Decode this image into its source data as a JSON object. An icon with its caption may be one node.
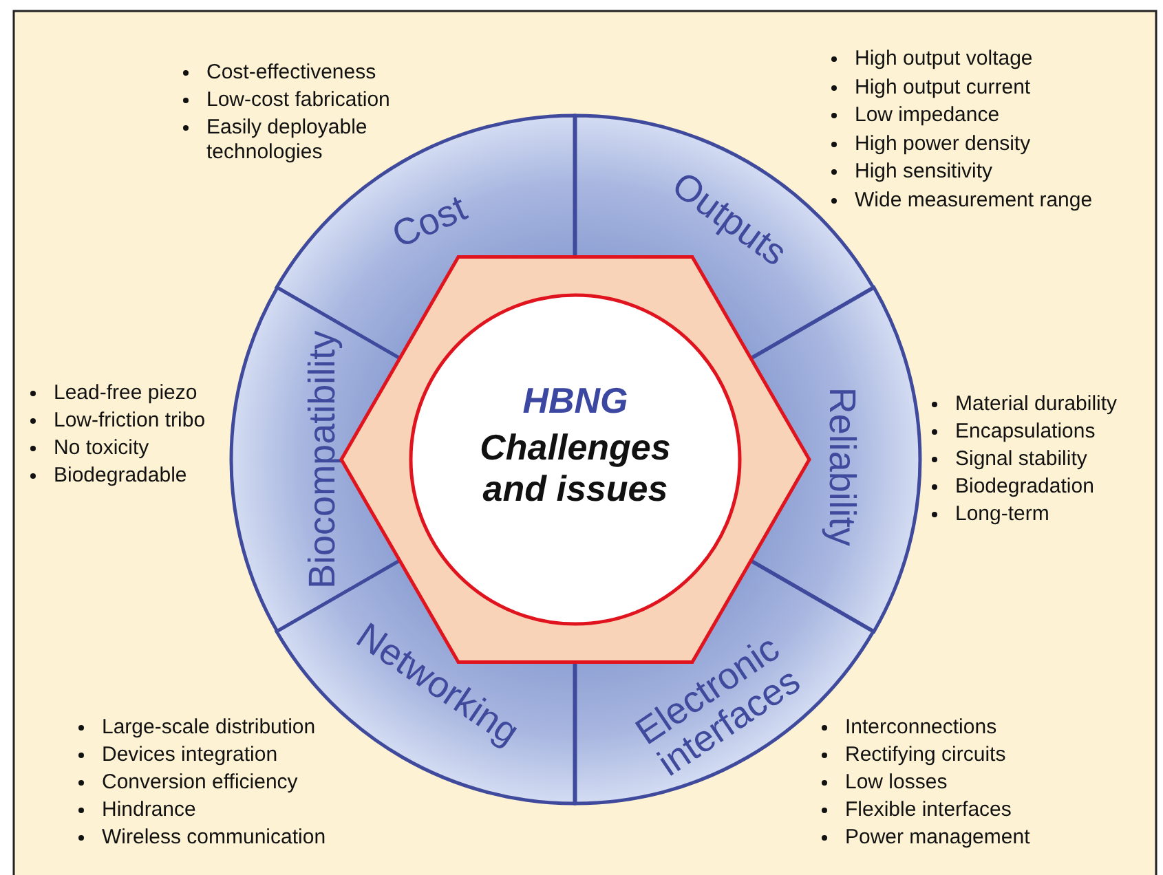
{
  "diagram": {
    "nodes": [
      {
        "text": [
          "Cost"
        ],
        "beside": [
          "Cost-effectiveness",
          "Low-cost fabrication",
          "Easily deployable technologies"
        ]
      },
      {
        "text": [
          "Outputs"
        ],
        "beside": [
          "High output voltage",
          "High output current",
          "Low impedance",
          "High power density",
          "High sensitivity",
          "Wide measurement range"
        ]
      },
      {
        "text": [
          "Biocompatibility"
        ],
        "beside": [
          "Lead-free piezo",
          "Low-friction tribo",
          "No toxicity",
          "Biodegradable"
        ]
      },
      {
        "text": [
          "HBNG",
          "Challenges and issues"
        ]
      },
      {
        "text": [
          "Reliability"
        ],
        "beside": [
          "Material durability",
          "Encapsulations",
          "Signal stability",
          "Biodegradation",
          "Long-term"
        ]
      },
      {
        "text": [
          "Networking"
        ],
        "beside": [
          "Large-scale distribution",
          "Devices integration",
          "Conversion efficiency",
          "Hindrance",
          "Wireless communication"
        ]
      },
      {
        "text": [
          "Electronic interfaces"
        ],
        "beside": [
          "Interconnections",
          "Rectifying circuits",
          "Low losses",
          "Flexible interfaces",
          "Power management"
        ]
      }
    ]
  }
}
